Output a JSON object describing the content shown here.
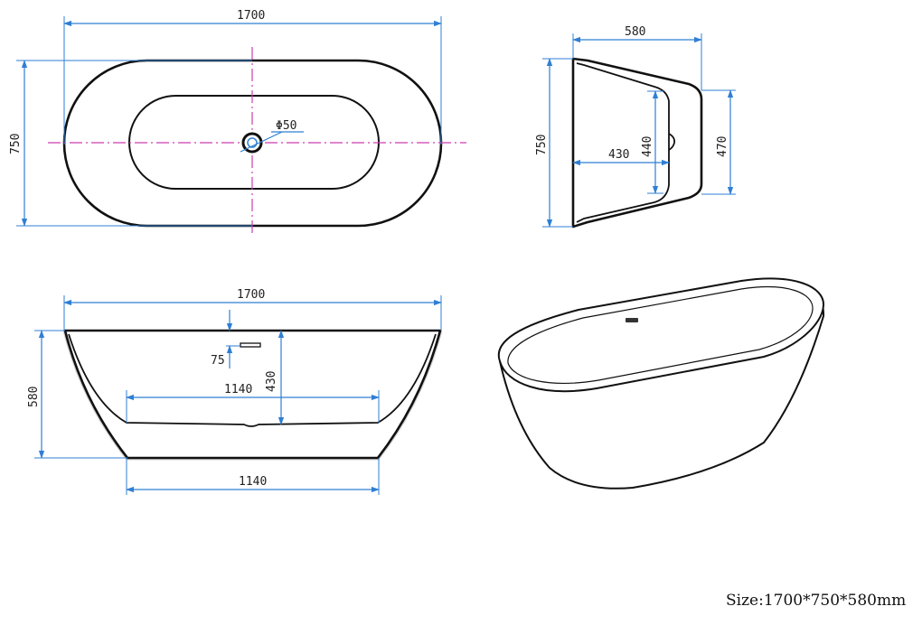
{
  "dimensions": {
    "top_length": "1700",
    "top_width": "750",
    "drain_diameter": "Φ50",
    "side_top_depth": "580",
    "side_height": "750",
    "side_inner_width": "430",
    "side_inner_height": "440",
    "side_right_height": "470",
    "front_length": "1700",
    "front_height": "580",
    "front_overflow_offset": "75",
    "front_inner_depth": "430",
    "front_inner_length": "1140",
    "front_base_length": "1140"
  },
  "caption": {
    "size": "Size:1700*750*580mm"
  },
  "colors": {
    "dimension_line": "#2f7fd4",
    "center_line": "#cc3fb0",
    "outline": "#111111"
  }
}
